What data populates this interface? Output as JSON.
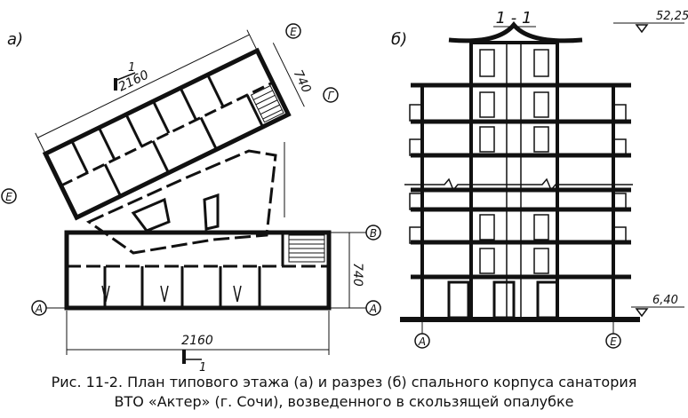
{
  "plan": {
    "panel_letter": "а)",
    "dimensions": {
      "top_length": "2160",
      "top_depth": "740",
      "bottom_length": "2160",
      "bottom_depth": "740"
    },
    "axes": {
      "e_top": "Е",
      "g": "Г",
      "e_left": "Е",
      "v": "В",
      "a_left": "А",
      "a_right": "А"
    },
    "section_marks": {
      "top": "1",
      "bottom": "1"
    }
  },
  "section": {
    "panel_letter": "б)",
    "title": "1 - 1",
    "elevation_top": "52,25",
    "elevation_bottom": "6,40",
    "axes": {
      "a": "А",
      "e": "Е"
    }
  },
  "caption": {
    "line1": "Рис. 11-2. План типового этажа (а) и разрез (б) спального корпуса санатория",
    "line2": "ВТО «Актер» (г. Сочи), возведенного в скользящей опалубке"
  }
}
